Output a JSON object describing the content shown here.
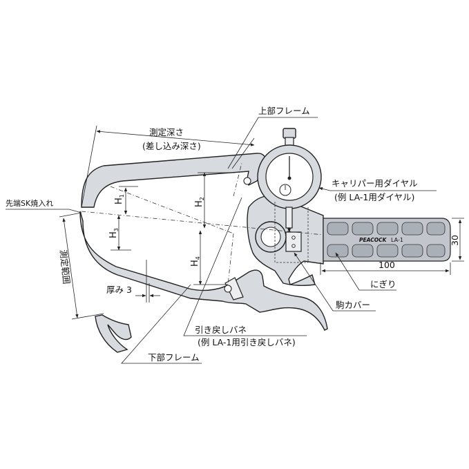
{
  "labels": {
    "upper_frame": "上部フレーム",
    "measure_depth": "測定深さ",
    "insert_depth": "(差し込み深さ)",
    "caliper_dial": "キャリパー用ダイヤル",
    "caliper_dial_example": "(例 LA-1用ダイヤル)",
    "tip_sk": "先端SK焼入れ",
    "measure_range": "測定範囲",
    "thickness": "厚み 3",
    "grip": "にぎり",
    "piece_cover": "駒カバー",
    "return_spring": "引き戻しバネ",
    "return_spring_example": "(例 LA-1用引き戻しバネ)",
    "lower_frame": "下部フレーム",
    "dim_100": "100",
    "dim_30": "30",
    "brand": "PEACOCK",
    "model": "LA-1"
  },
  "heights": {
    "h1": "H",
    "h1_sub": "1",
    "h2": "H",
    "h2_sub": "2",
    "h3": "H",
    "h3_sub": "3",
    "h4": "H",
    "h4_sub": "4"
  },
  "colors": {
    "frame_fill": "#d7dade",
    "grip_fill": "#c2c6cc",
    "line": "#222222"
  }
}
